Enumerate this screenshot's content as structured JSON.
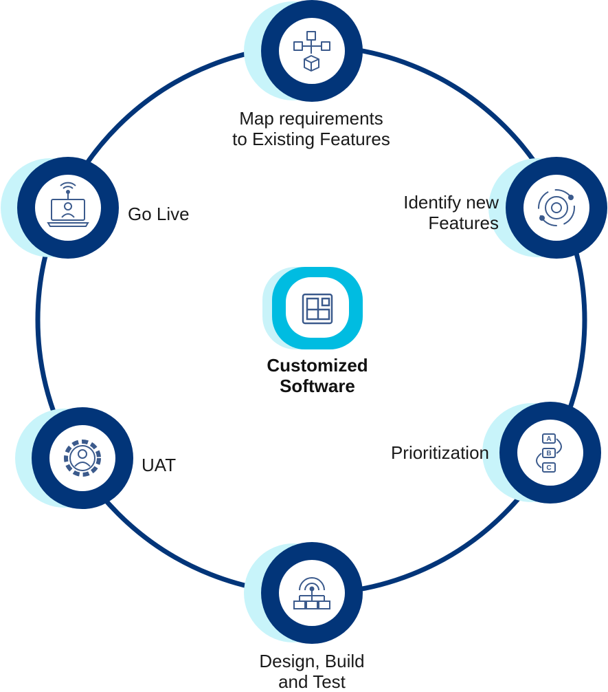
{
  "center": {
    "title_line1": "Customized",
    "title_line2": "Software",
    "icon": "grid-blocks-icon"
  },
  "steps": [
    {
      "id": "map",
      "line1": "Map requirements",
      "line2": "to Existing Features",
      "icon": "flowchart-box-icon"
    },
    {
      "id": "identify",
      "line1": "Identify new",
      "line2": "Features",
      "icon": "gear-cycle-icon"
    },
    {
      "id": "prioritize",
      "line1": "Prioritization",
      "icon": "abc-priority-icon"
    },
    {
      "id": "design",
      "line1": "Design, Build",
      "line2": "and Test",
      "icon": "gear-network-icon"
    },
    {
      "id": "uat",
      "line1": "UAT",
      "icon": "gear-user-icon"
    },
    {
      "id": "golive",
      "line1": "Go Live",
      "icon": "laptop-broadcast-icon"
    }
  ],
  "colors": {
    "navy": "#023579",
    "light_cyan": "#C8F4FA",
    "center_cyan": "#00BCE1",
    "center_shadow": "#C9F3F9",
    "icon_stroke": "#3B5A8C"
  }
}
